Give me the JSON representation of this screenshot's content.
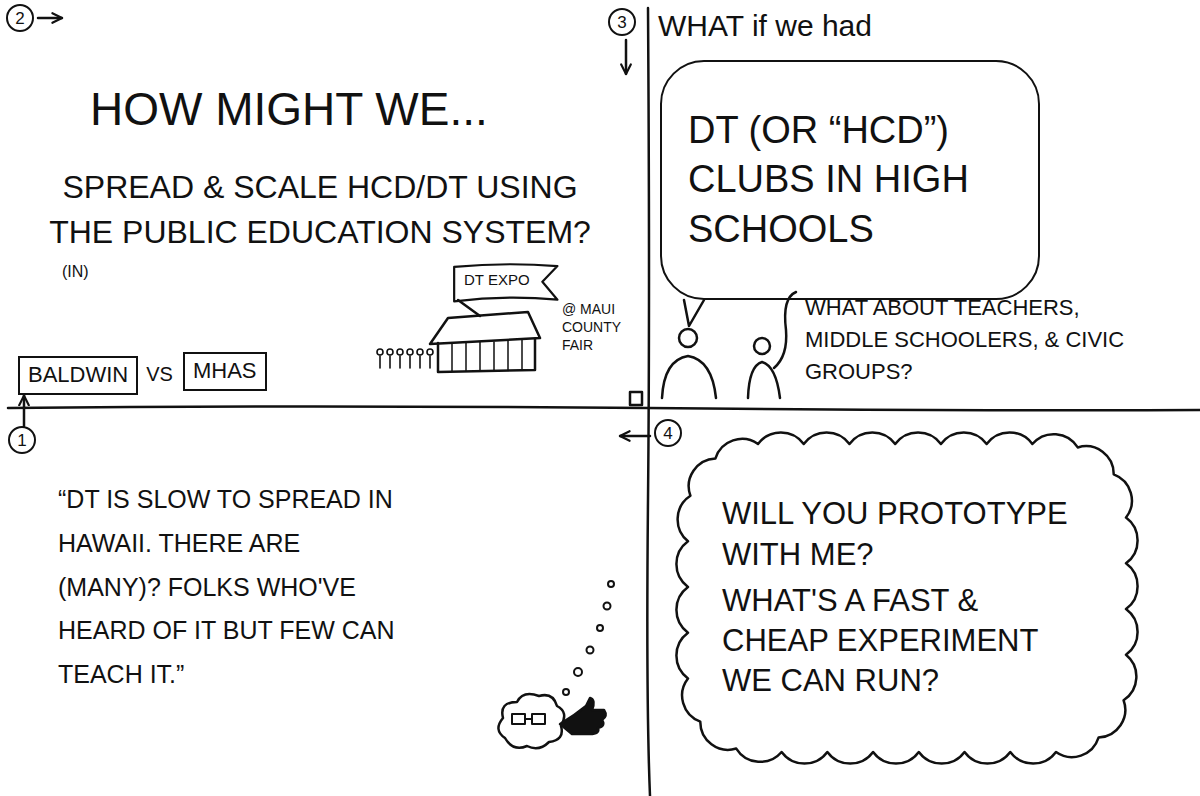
{
  "diagram": {
    "nodes": [
      {
        "text": [
          "2"
        ]
      },
      {
        "text": [
          "BALDWIN"
        ]
      },
      {
        "text": [
          "MHAS"
        ]
      },
      {
        "text": [
          "1"
        ]
      },
      {
        "text": [
          "DT EXPO"
        ]
      },
      {
        "text": [
          "3"
        ]
      },
      {
        "text": [
          "DT (OR “HCD”) CLUBS IN HIGH SCHOOLS"
        ]
      },
      {
        "text": [
          "4"
        ]
      },
      {
        "text": [
          "WILL YOU PROTOTYPE WITH ME?",
          "WHAT'S A FAST & CHEAP EXPERIMENT WE CAN RUN?"
        ]
      }
    ],
    "edges": [
      {
        "from": 3,
        "to": 1,
        "arrow": "to"
      }
    ],
    "labels": [
      "HOW MIGHT WE...",
      "SPREAD & SCALE HCD/DT USING THE PUBLIC EDUCATION SYSTEM?",
      "(IN)",
      "VS",
      "@ MAUI COUNTY FAIR",
      "WHAT if we had",
      "WHAT ABOUT TEACHERS, MIDDLE SCHOOLERS, & CIVIC GROUPS?",
      "“DT IS SLOW TO SPREAD IN HAWAII. THERE ARE (MANY)? FOLKS WHO'VE HEARD OF IT BUT FEW CAN TEACH IT.”"
    ]
  }
}
